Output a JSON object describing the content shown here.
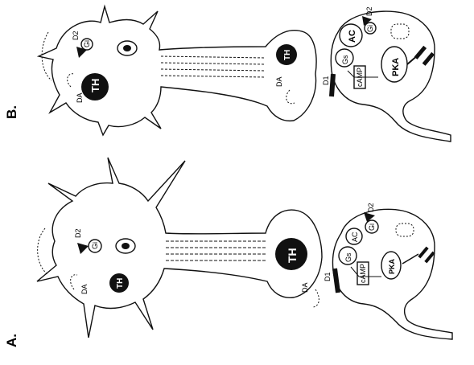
{
  "panels": [
    {
      "id": "B",
      "letter": "B.",
      "labels": {
        "th_soma": "TH",
        "th_terminal": "TH",
        "da_soma": "DA",
        "da_terminal": "DA",
        "d2_soma": "D2",
        "gi_soma": "Gi",
        "d1": "D1",
        "gs": "Gs",
        "ac": "AC",
        "d2_post": "D2",
        "gi_post": "Gi",
        "camp": "cAMP",
        "pka": "PKA"
      }
    },
    {
      "id": "A",
      "letter": "A.",
      "labels": {
        "th_soma": "TH",
        "th_terminal": "TH",
        "da_soma": "DA",
        "da_terminal": "DA",
        "d2_soma": "D2",
        "gi_soma": "Gi",
        "d1": "D1",
        "gs": "Gs",
        "ac": "AC",
        "d2_post": "D2",
        "gi_post": "Gi",
        "camp": "cAMP",
        "pka": "PKA"
      }
    }
  ],
  "colors": {
    "ink": "#111111",
    "paper": "#ffffff"
  }
}
